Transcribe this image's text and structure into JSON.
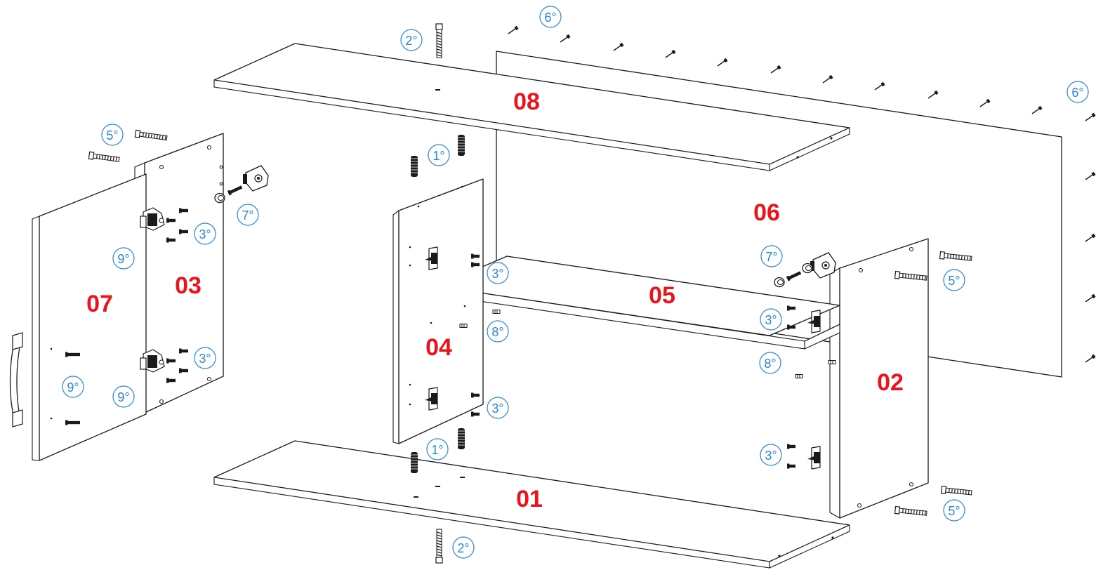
{
  "colors": {
    "part_number": "#e8141e",
    "step_label": "#2a86d8",
    "line": "#1a1a1a"
  },
  "panels": [
    {
      "id": "p08",
      "number": "08",
      "name": "top-shelf-08"
    },
    {
      "id": "p06",
      "number": "06",
      "name": "back-panel-06"
    },
    {
      "id": "p05",
      "number": "05",
      "name": "middle-shelf-05"
    },
    {
      "id": "p04",
      "number": "04",
      "name": "divider-panel-04"
    },
    {
      "id": "p03",
      "number": "03",
      "name": "left-side-panel-03"
    },
    {
      "id": "p07",
      "number": "07",
      "name": "door-07"
    },
    {
      "id": "p02",
      "number": "02",
      "name": "right-side-panel-02"
    },
    {
      "id": "p01",
      "number": "01",
      "name": "bottom-shelf-01"
    }
  ],
  "steps": [
    {
      "label": "1°"
    },
    {
      "label": "1°"
    },
    {
      "label": "2°"
    },
    {
      "label": "2°"
    },
    {
      "label": "3°"
    },
    {
      "label": "3°"
    },
    {
      "label": "3°"
    },
    {
      "label": "3°"
    },
    {
      "label": "3°"
    },
    {
      "label": "3°"
    },
    {
      "label": "5°"
    },
    {
      "label": "5°"
    },
    {
      "label": "5°"
    },
    {
      "label": "6°"
    },
    {
      "label": "6°"
    },
    {
      "label": "7°"
    },
    {
      "label": "7°"
    },
    {
      "label": "8°"
    },
    {
      "label": "8°"
    },
    {
      "label": "9°"
    },
    {
      "label": "9°"
    },
    {
      "label": "9°"
    }
  ]
}
